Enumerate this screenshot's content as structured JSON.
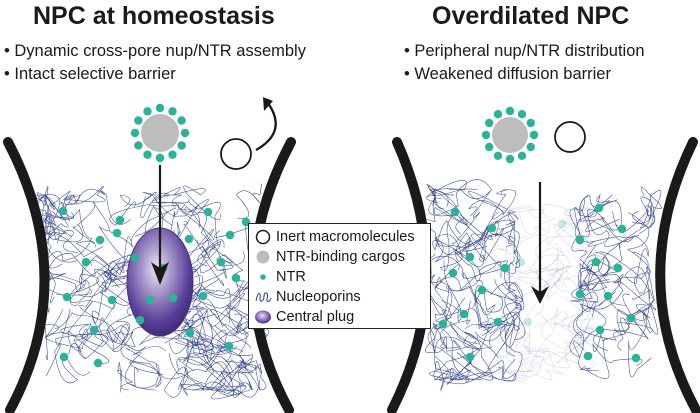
{
  "panels": {
    "left": {
      "title": "NPC at homeostasis",
      "bullets": [
        "Dynamic cross-pore nup/NTR assembly",
        "Intact selective barrier"
      ]
    },
    "right": {
      "title": "Overdilated NPC",
      "bullets": [
        "Peripheral nup/NTR distribution",
        "Weakened diffusion barrier"
      ]
    }
  },
  "legend": {
    "items": [
      {
        "label": "Inert macromolecules",
        "icon": "open-circle-icon"
      },
      {
        "label": "NTR-binding cargos",
        "icon": "gray-cargo-icon"
      },
      {
        "label": "NTR",
        "icon": "teal-dot-icon"
      },
      {
        "label": "Nucleoporins",
        "icon": "nup-squiggle-icon"
      },
      {
        "label": "Central plug",
        "icon": "purple-plug-icon"
      }
    ]
  },
  "colors": {
    "ntr": "#2bb39a",
    "cargo": "#bdbdbd",
    "nucleoporin": "#2c3e8c",
    "plug": "#5a3f99",
    "membrane": "#1a1a1a"
  }
}
